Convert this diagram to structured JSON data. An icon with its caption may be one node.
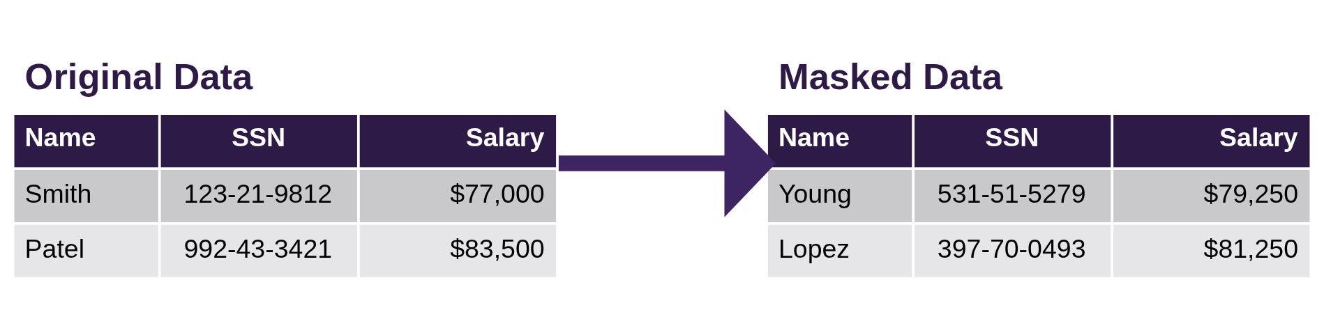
{
  "diagram": {
    "nodes": [
      {
        "text": [
          "Original Data",
          "Name",
          "SSN",
          "Salary",
          "Smith",
          "123-21-9812",
          "$77,000",
          "Patel",
          "992-43-3421",
          "$83,500"
        ]
      },
      {
        "text": [
          "Masked Data",
          "Name",
          "SSN",
          "Salary",
          "Young",
          "531-51-5279",
          "$79,250",
          "Lopez",
          "397-70-0493",
          "$81,250"
        ]
      }
    ],
    "edges": [
      {
        "from": 0,
        "to": 1,
        "arrow": "to"
      }
    ]
  }
}
